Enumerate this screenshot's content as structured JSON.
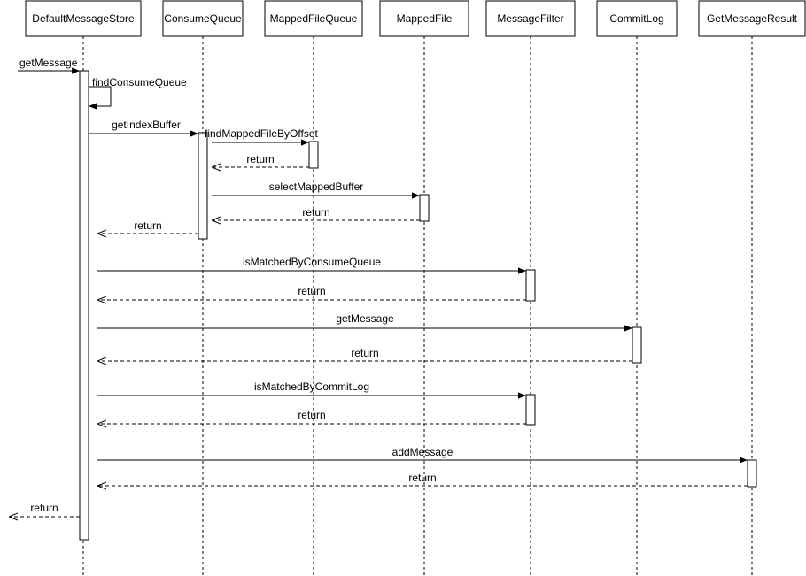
{
  "participants": [
    {
      "id": "dms",
      "label": "DefaultMessageStore"
    },
    {
      "id": "cq",
      "label": "ConsumeQueue"
    },
    {
      "id": "mfq",
      "label": "MappedFileQueue"
    },
    {
      "id": "mf",
      "label": "MappedFile"
    },
    {
      "id": "filter",
      "label": "MessageFilter"
    },
    {
      "id": "cl",
      "label": "CommitLog"
    },
    {
      "id": "gmr",
      "label": "GetMessageResult"
    }
  ],
  "messages": [
    {
      "label": "getMessage",
      "from": "caller",
      "to": "dms",
      "type": "sync"
    },
    {
      "label": "findConsumeQueue",
      "from": "dms",
      "to": "dms",
      "type": "self"
    },
    {
      "label": "getIndexBuffer",
      "from": "dms",
      "to": "cq",
      "type": "sync"
    },
    {
      "label": "findMappedFileByOffset",
      "from": "cq",
      "to": "mfq",
      "type": "sync"
    },
    {
      "label": "return",
      "from": "mfq",
      "to": "cq",
      "type": "return"
    },
    {
      "label": "selectMappedBuffer",
      "from": "cq",
      "to": "mf",
      "type": "sync"
    },
    {
      "label": "return",
      "from": "mf",
      "to": "cq",
      "type": "return"
    },
    {
      "label": "return",
      "from": "cq",
      "to": "dms",
      "type": "return"
    },
    {
      "label": "isMatchedByConsumeQueue",
      "from": "dms",
      "to": "filter",
      "type": "sync"
    },
    {
      "label": "return",
      "from": "filter",
      "to": "dms",
      "type": "return"
    },
    {
      "label": "getMessage",
      "from": "dms",
      "to": "cl",
      "type": "sync"
    },
    {
      "label": "return",
      "from": "cl",
      "to": "dms",
      "type": "return"
    },
    {
      "label": "isMatchedByCommitLog",
      "from": "dms",
      "to": "filter",
      "type": "sync"
    },
    {
      "label": "return",
      "from": "filter",
      "to": "dms",
      "type": "return"
    },
    {
      "label": "addMessage",
      "from": "dms",
      "to": "gmr",
      "type": "sync"
    },
    {
      "label": "return",
      "from": "gmr",
      "to": "dms",
      "type": "return"
    },
    {
      "label": "return",
      "from": "dms",
      "to": "caller",
      "type": "return"
    }
  ]
}
